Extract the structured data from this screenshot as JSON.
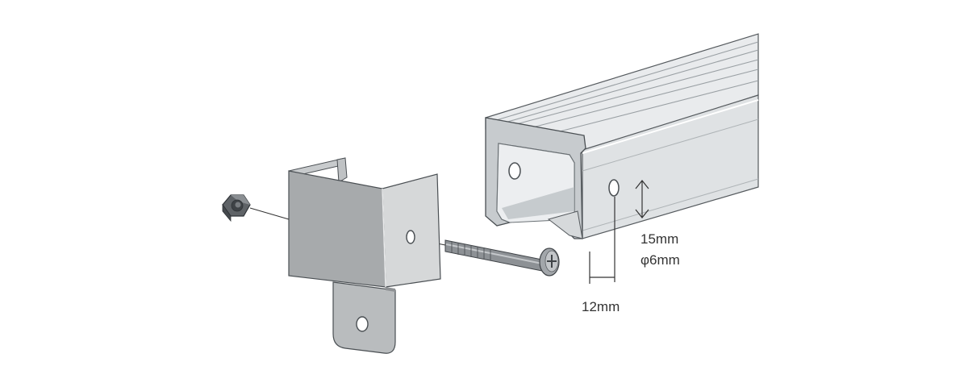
{
  "dimensions": {
    "height_label": "15mm",
    "hole_diameter_label": "φ6mm",
    "offset_label": "12mm"
  },
  "parts": [
    "hex-nut",
    "end-cap-bracket",
    "machine-screw",
    "aluminum-rail"
  ],
  "colors": {
    "background": "#ffffff",
    "rail_light": "#e4e7e9",
    "rail_mid": "#c9cdd0",
    "rail_dark": "#8f9599",
    "cap_face": "#a9acae",
    "cap_side": "#d4d6d7",
    "nut": "#6e7276",
    "screw": "#8a8e92",
    "line": "#333333"
  }
}
